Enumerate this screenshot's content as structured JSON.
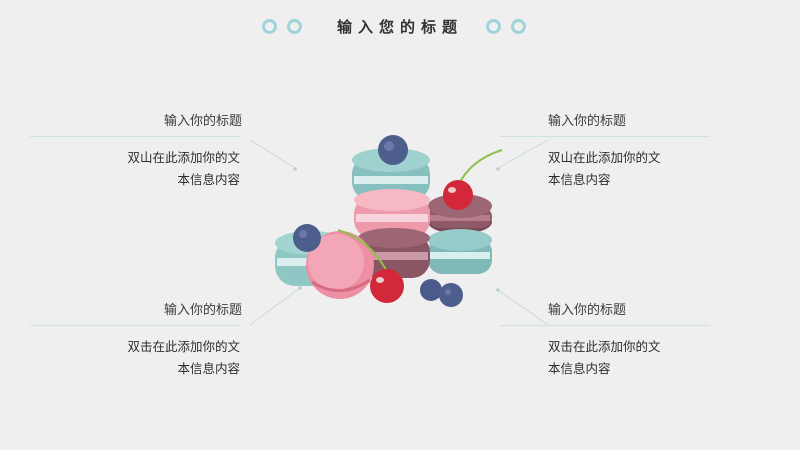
{
  "title": {
    "text": "输入您的标题"
  },
  "blocks": [
    {
      "heading": "输入你的标题",
      "line1": "双山在此添加你的文",
      "line2": "本信息内容"
    },
    {
      "heading": "输入你的标题",
      "line1": "双击在此添加你的文",
      "line2": "本信息内容"
    },
    {
      "heading": "输入你的标题",
      "line1": "双山在此添加你的文",
      "line2": "本信息内容"
    },
    {
      "heading": "输入你的标题",
      "line1": "双击在此添加你的文",
      "line2": "本信息内容"
    }
  ],
  "colors": {
    "background": "#efefef",
    "accent_ring": "#9fd3dc",
    "macaron_teal": "#8fc7c5",
    "macaron_pink": "#f0a6b4",
    "macaron_brown": "#8e5a68",
    "cherry": "#d3283a",
    "blueberry": "#4d5d8c"
  }
}
